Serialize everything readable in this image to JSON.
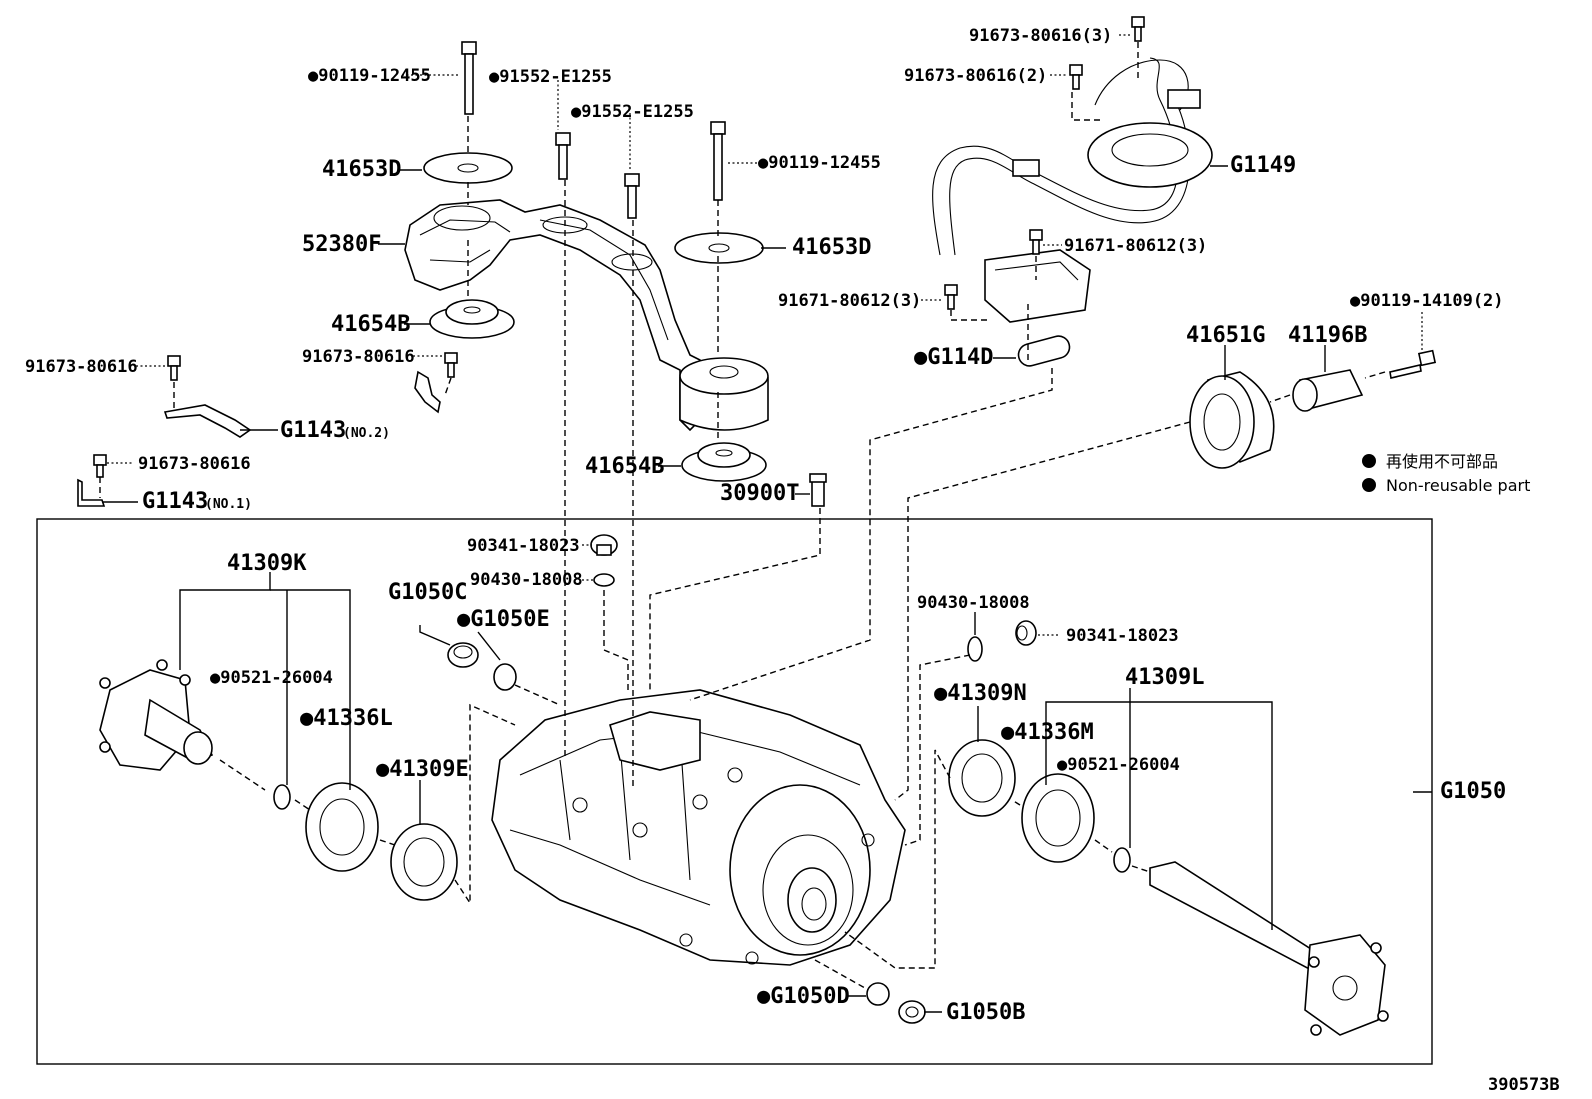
{
  "labels": {
    "l1": "●90119-12455",
    "l2": "●91552-E1255",
    "l3": "●91552-E1255",
    "l4": "●90119-12455",
    "l5": "41653D",
    "l6": "41653D",
    "l7": "52380F",
    "l8": "41654B",
    "l9": "41654B",
    "l10": "91673-80616",
    "l11": "91673-80616",
    "l12": "91673-80616",
    "l13": "G1143",
    "l13s": "(NO.2)",
    "l14": "G1143",
    "l14s": "(NO.1)",
    "l15": "30900T",
    "l16": "91673-80616(3)",
    "l17": "91673-80616(2)",
    "l18": "G1149",
    "l19": "91671-80612(3)",
    "l20": "91671-80612(3)",
    "l21": "●G114D",
    "l22": "●90119-14109(2)",
    "l23": "41651G",
    "l24": "41196B",
    "l25": "90341-18023",
    "l26": "90430-18008",
    "l27": "41309K",
    "l28": "G1050C",
    "l29": "●G1050E",
    "l30": "●90521-26004",
    "l31": "●41336L",
    "l32": "●41309E",
    "l33": "90430-18008",
    "l34": "90341-18023",
    "l35": "41309L",
    "l36": "●41309N",
    "l37": "●41336M",
    "l38": "●90521-26004",
    "l39": "G1050",
    "l40": "●G1050D",
    "l41": "G1050B",
    "l42": "390573B"
  },
  "legend": {
    "jp": "再使用不可部品",
    "en": "Non-reusable part"
  }
}
